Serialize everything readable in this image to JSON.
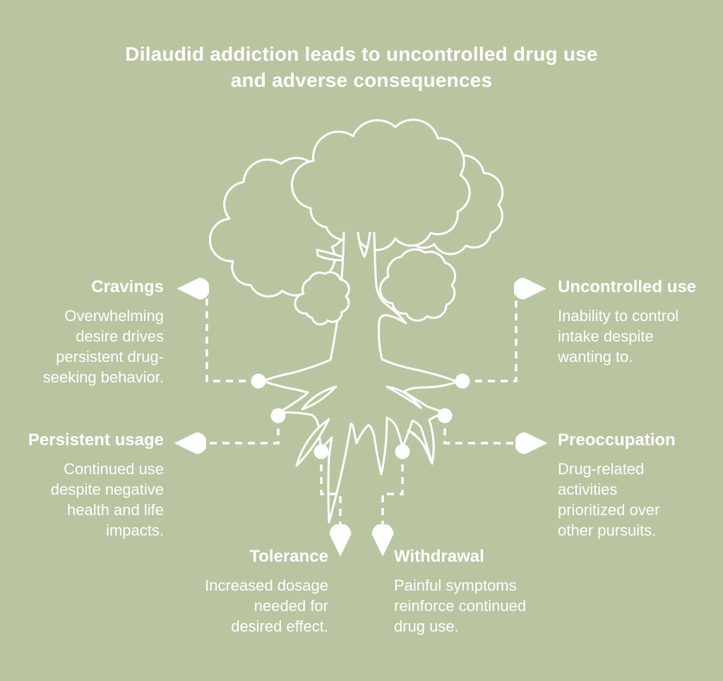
{
  "colors": {
    "background": "#b9c4a1",
    "line_and_text": "#ffffff"
  },
  "title": "Dilaudid addiction leads to uncontrolled drug use\nand adverse consequences",
  "illustration": {
    "name": "outlined-tree-with-roots",
    "style": "white hand-drawn outline of a tree: cloud-shaped canopy, trunk, spreading flame-shaped roots; dashed connector lines with teardrop arrowheads run from root tips to each callout"
  },
  "callouts": [
    {
      "id": "cravings",
      "label": "Cravings",
      "description": "Overwhelming\ndesire drives\npersistent drug-\nseeking behavior."
    },
    {
      "id": "uncontrolled-use",
      "label": "Uncontrolled use",
      "description": "Inability to control\nintake despite\nwanting to."
    },
    {
      "id": "persistent-usage",
      "label": "Persistent usage",
      "description": "Continued use\ndespite negative\nhealth and life\nimpacts."
    },
    {
      "id": "preoccupation",
      "label": "Preoccupation",
      "description": "Drug-related\nactivities\nprioritized over\nother pursuits."
    },
    {
      "id": "tolerance",
      "label": "Tolerance",
      "description": "Increased dosage\nneeded for\ndesired effect."
    },
    {
      "id": "withdrawal",
      "label": "Withdrawal",
      "description": "Painful symptoms\nreinforce continued\ndrug use."
    }
  ]
}
